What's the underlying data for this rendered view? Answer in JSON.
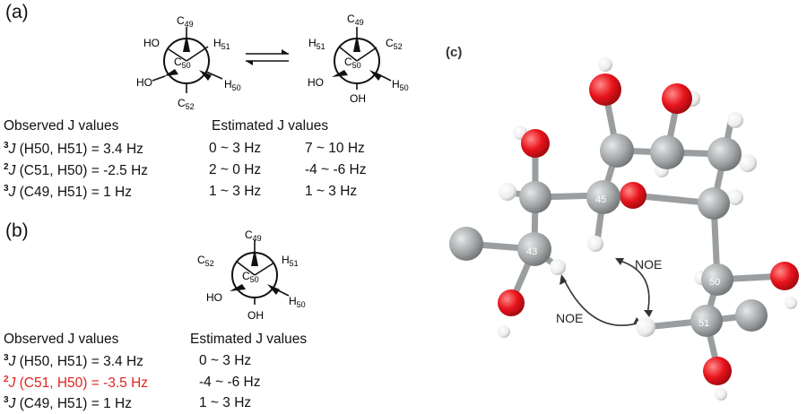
{
  "panels": {
    "a": "(a)",
    "b": "(b)",
    "c": "(c)"
  },
  "newman_a1": {
    "top": "C49",
    "left_upper": "HO",
    "right_upper": "H51",
    "left_lower": "HO",
    "right_lower": "H50",
    "bottom": "C52",
    "center": "C50"
  },
  "newman_a2": {
    "top": "C49",
    "left_upper": "H51",
    "right_upper": "C52",
    "left_lower": "HO",
    "right_lower": "H50",
    "bottom": "OH",
    "center": "C50"
  },
  "newman_b": {
    "top": "C49",
    "left_upper": "C52",
    "right_upper": "H51",
    "left_lower": "HO",
    "right_lower": "H50",
    "bottom": "OH",
    "center": "C50"
  },
  "table_a": {
    "header_observed": "Observed J values",
    "header_estimated": "Estimated J values",
    "rows": [
      {
        "sup": "3",
        "rest": " (H50, H51) = 3.4 Hz",
        "est1": "0 ~ 3 Hz",
        "est2": "7 ~ 10 Hz"
      },
      {
        "sup": "2",
        "rest": " (C51, H50) = -2.5 Hz",
        "est1": "2 ~ 0 Hz",
        "est2": "-4 ~ -6 Hz"
      },
      {
        "sup": "3",
        "rest": " (C49, H51) = 1 Hz",
        "est1": "1 ~ 3 Hz",
        "est2": "1 ~ 3 Hz"
      }
    ]
  },
  "table_b": {
    "header_observed": "Observed J values",
    "header_estimated": "Estimated J values",
    "rows": [
      {
        "sup": "3",
        "rest": " (H50, H51) = 3.4 Hz",
        "est1": "0 ~ 3 Hz",
        "highlight": false
      },
      {
        "sup": "2",
        "rest": " (C51, H50) = -3.5 Hz",
        "est1": "-4 ~ -6 Hz",
        "highlight": true
      },
      {
        "sup": "3",
        "rest": " (C49, H51) = 1 Hz",
        "est1": "1 ~ 3 Hz",
        "highlight": false
      }
    ]
  },
  "model": {
    "atom_labels": [
      "45",
      "43",
      "50",
      "51"
    ],
    "noe_labels": [
      "NOE",
      "NOE"
    ],
    "colors": {
      "carbon": "#a3a7a8",
      "oxygen": "#e8131b",
      "hydrogen": "#f4f4f4",
      "bond": "#9a9ea0"
    }
  }
}
